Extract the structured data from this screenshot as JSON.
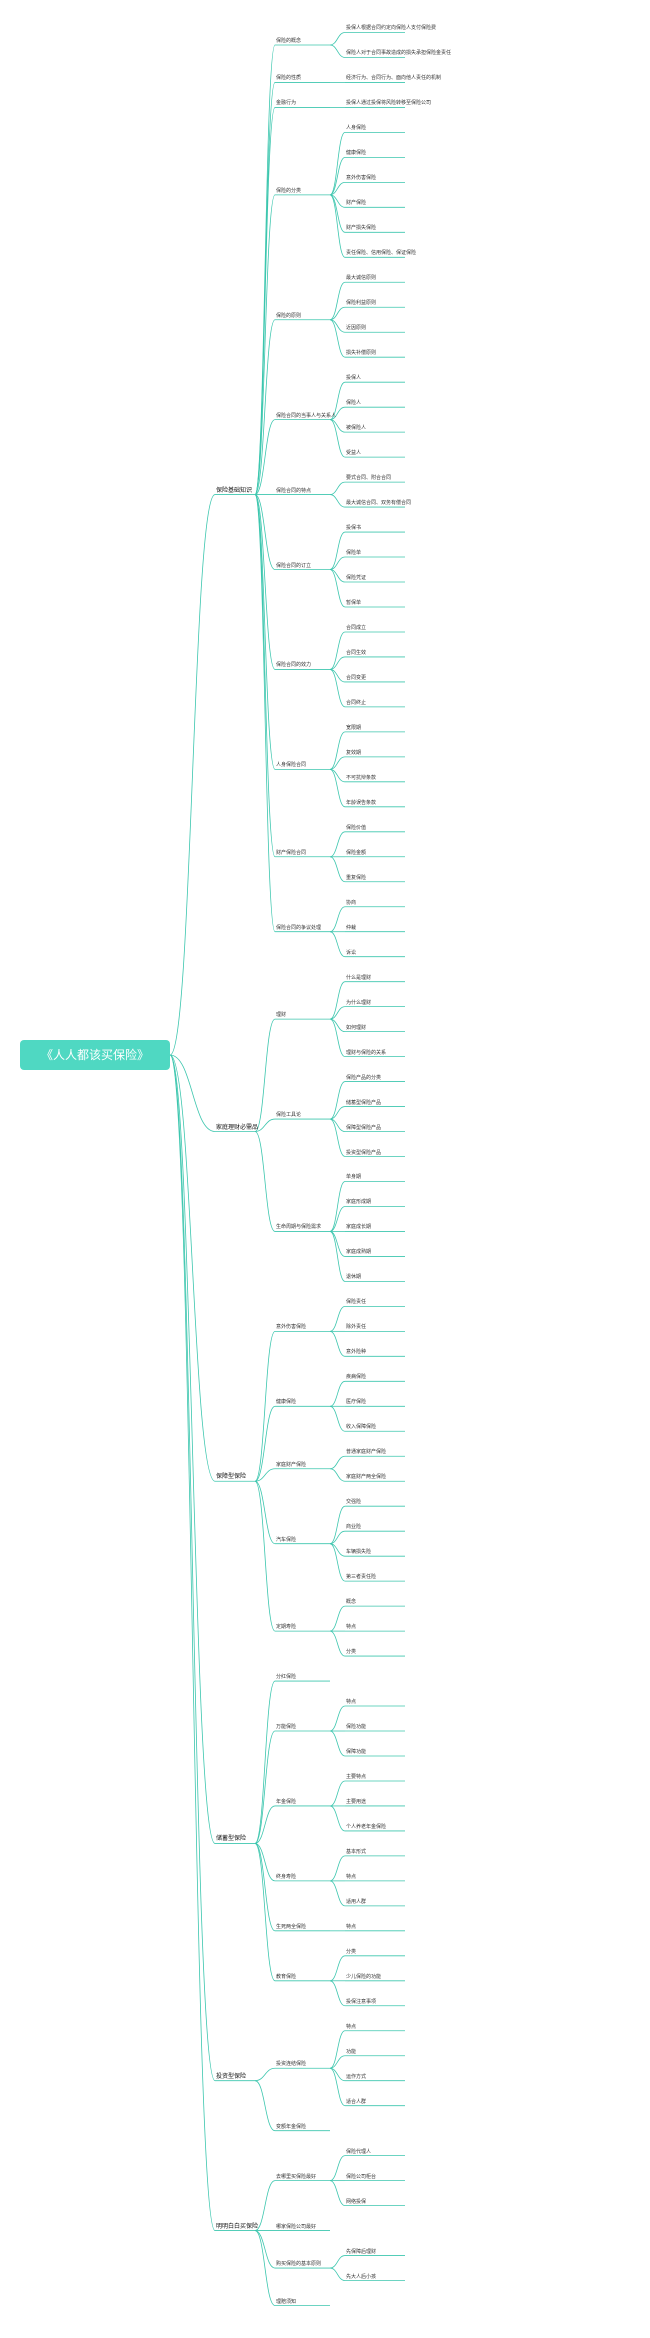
{
  "root": "《人人都该买保险》",
  "branches": [
    {
      "name": "保险基础知识",
      "children": [
        {
          "name": "保险的概念",
          "leaves": [
            "投保人根据合同约定向保险人支付保险费",
            "保险人对于合同事故造成的损失承担保险金责任"
          ]
        },
        {
          "name": "保险的性质",
          "leaves": [
            "经济行为、合同行为、面向他人责任的机制"
          ]
        },
        {
          "name": "金融行为",
          "leaves": [
            "投保人通过投保将风险转移至保险公司"
          ]
        },
        {
          "name": "保险的分类",
          "leaves": [
            "人身保险",
            "健康保险",
            "意外伤害保险",
            "财产保险",
            "财产损失保险",
            "责任保险、信用保险、保证保险"
          ]
        },
        {
          "name": "保险的原则",
          "leaves": [
            "最大诚信原则",
            "保险利益原则",
            "近因原则",
            "损失补偿原则"
          ]
        },
        {
          "name": "保险合同的当事人与关系人",
          "leaves": [
            "投保人",
            "保险人",
            "被保险人",
            "受益人"
          ]
        },
        {
          "name": "保险合同的特点",
          "leaves": [
            "要式合同、附合合同",
            "最大诚信合同、双务有偿合同"
          ]
        },
        {
          "name": "保险合同的订立",
          "leaves": [
            "投保书",
            "保险单",
            "保险凭证",
            "暂保单"
          ]
        },
        {
          "name": "保险合同的效力",
          "leaves": [
            "合同成立",
            "合同生效",
            "合同变更",
            "合同终止"
          ]
        },
        {
          "name": "人身保险合同",
          "leaves": [
            "宽限期",
            "复效期",
            "不可抗辩条款",
            "年龄误告条款"
          ]
        },
        {
          "name": "财产保险合同",
          "leaves": [
            "保险价值",
            "保险金额",
            "重复保险"
          ]
        },
        {
          "name": "保险合同的争议处理",
          "leaves": [
            "协商",
            "仲裁",
            "诉讼"
          ]
        }
      ]
    },
    {
      "name": "家庭理财必需品",
      "children": [
        {
          "name": "理财",
          "leaves": [
            "什么是理财",
            "为什么理财",
            "如何理财",
            "理财与保险的关系"
          ]
        },
        {
          "name": "保险工具论",
          "leaves": [
            "保险产品的分类",
            "储蓄型保险产品",
            "保障型保险产品",
            "投资型保险产品"
          ]
        },
        {
          "name": "生命周期与保险需求",
          "leaves": [
            "单身期",
            "家庭形成期",
            "家庭成长期",
            "家庭成熟期",
            "退休期"
          ]
        }
      ]
    },
    {
      "name": "保障型保险",
      "children": [
        {
          "name": "意外伤害保险",
          "leaves": [
            "保险责任",
            "除外责任",
            "意外险种"
          ]
        },
        {
          "name": "健康保险",
          "leaves": [
            "疾病保险",
            "医疗保险",
            "收入保障保险"
          ]
        },
        {
          "name": "家庭财产保险",
          "leaves": [
            "普通家庭财产保险",
            "家庭财产两全保险"
          ]
        },
        {
          "name": "汽车保险",
          "leaves": [
            "交强险",
            "商业险",
            "车辆损失险",
            "第三者责任险"
          ]
        },
        {
          "name": "定期寿险",
          "leaves": [
            "概念",
            "特点",
            "分类"
          ]
        }
      ]
    },
    {
      "name": "储蓄型保险",
      "children": [
        {
          "name": "分红保险",
          "leaves": []
        },
        {
          "name": "万能保险",
          "leaves": [
            "特点",
            "保险功能",
            "保障功能"
          ]
        },
        {
          "name": "年金保险",
          "leaves": [
            "主要特点",
            "主要用途",
            "个人养老年金保险"
          ]
        },
        {
          "name": "终身寿险",
          "leaves": [
            "基本形式",
            "特点",
            "适用人群"
          ]
        },
        {
          "name": "生死两全保险",
          "leaves": [
            "特点"
          ]
        },
        {
          "name": "教育保险",
          "leaves": [
            "分类",
            "少儿保险的功能",
            "投保注意事项"
          ]
        }
      ]
    },
    {
      "name": "投资型保险",
      "children": [
        {
          "name": "投资连结保险",
          "leaves": [
            "特点",
            "功能",
            "运作方式",
            "适合人群"
          ]
        },
        {
          "name": "变额年金保险",
          "leaves": []
        }
      ]
    },
    {
      "name": "明明白白买保险",
      "children": [
        {
          "name": "去哪里买保险最好",
          "leaves": [
            "保险代理人",
            "保险公司柜台",
            "网络投保"
          ]
        },
        {
          "name": "哪家保险公司最好",
          "leaves": []
        },
        {
          "name": "购买保险的基本原则",
          "leaves": [
            "先保障后理财",
            "先大人后小孩"
          ]
        },
        {
          "name": "理赔须知",
          "leaves": []
        }
      ]
    }
  ],
  "style": {
    "root_color": "#4fd8c2",
    "line_color": "#3cc6ae"
  }
}
